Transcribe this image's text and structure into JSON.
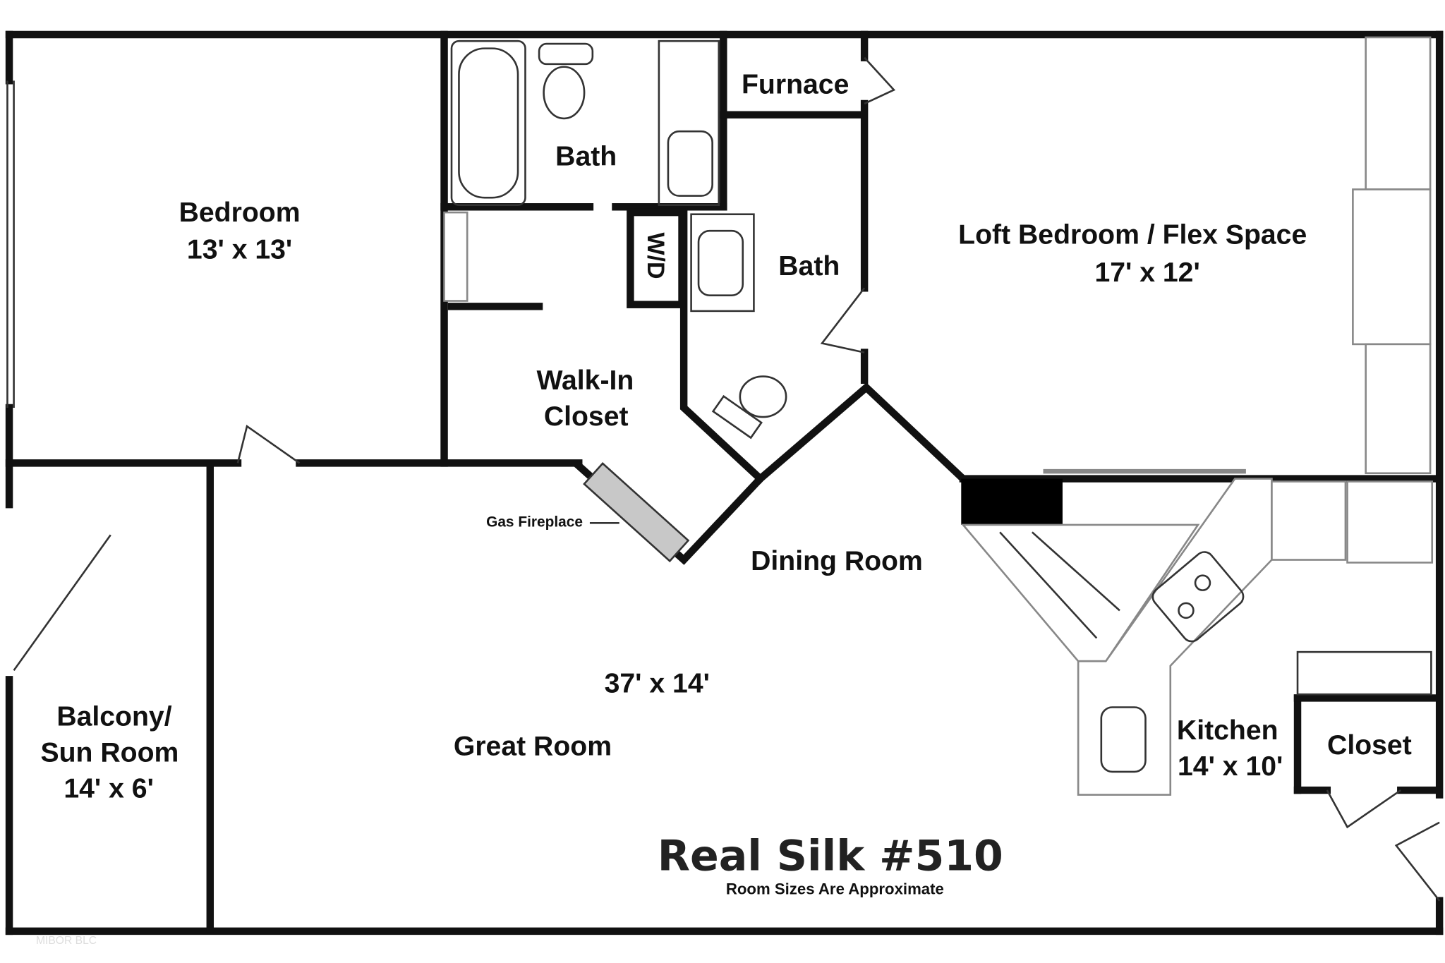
{
  "plan": {
    "title": "Real Silk #510",
    "subtitle": "Room Sizes Are Approximate",
    "watermark": "MIBOR BLC",
    "rooms": {
      "bedroom": {
        "name": "Bedroom",
        "size": "13' x 13'"
      },
      "bath_upper": {
        "name": "Bath"
      },
      "furnace": {
        "name": "Furnace"
      },
      "bath_lower": {
        "name": "Bath"
      },
      "washer_dryer": {
        "name": "W/D"
      },
      "walk_in_closet": {
        "name_line1": "Walk-In",
        "name_line2": "Closet"
      },
      "loft": {
        "name": "Loft Bedroom / Flex Space",
        "size": "17' x 12'"
      },
      "dining": {
        "name": "Dining Room"
      },
      "great_room": {
        "name": "Great Room",
        "size": "37' x 14'"
      },
      "balcony": {
        "name_line1": "Balcony/",
        "name_line2": "Sun Room",
        "size": "14' x 6'"
      },
      "kitchen": {
        "name": "Kitchen",
        "size": "14' x 10'"
      },
      "closet": {
        "name": "Closet"
      }
    },
    "fixtures": {
      "fireplace": "Gas Fireplace"
    }
  }
}
